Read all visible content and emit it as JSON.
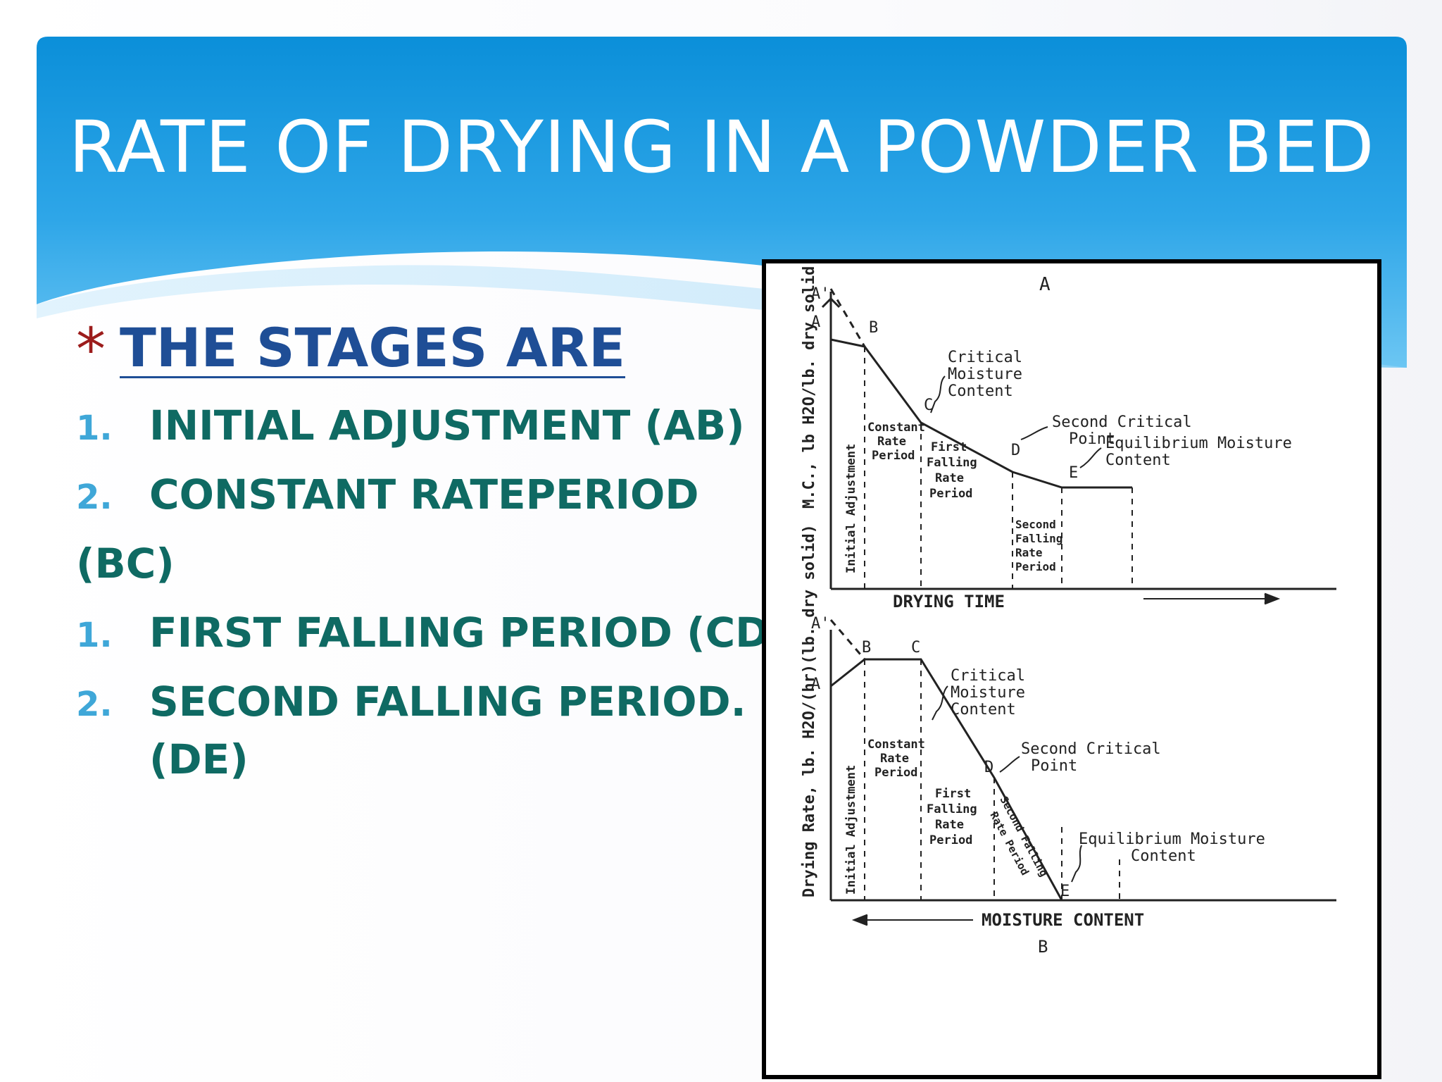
{
  "slide": {
    "title": "RATE OF DRYING IN A POWDER BED",
    "bullet_symbol": "*",
    "heading": "THE STAGES  ARE",
    "heading_colon": ":",
    "items": [
      {
        "num": "1.",
        "text": "INITIAL ADJUSTMENT (AB)"
      },
      {
        "num": "2.",
        "text": "CONSTANT RATEPERIOD"
      },
      {
        "num": "",
        "text": "(BC)"
      },
      {
        "num": "1.",
        "text": "FIRST FALLING PERIOD (CD)"
      },
      {
        "num": "2.",
        "text": "SECOND FALLING PERIOD."
      },
      {
        "num": "",
        "text": "(DE)"
      }
    ],
    "colors": {
      "header_blue": "#1a9be0",
      "heading_blue": "#1f4e96",
      "item_teal": "#0f6a63",
      "number_cyan": "#3fa7d8",
      "asterisk_red": "#9c1c1c"
    }
  },
  "figure": {
    "top_panel": {
      "panel_label": "A",
      "y_axis_label": "M.C., lb H2O/lb. dry solid",
      "x_axis_label": "DRYING   TIME",
      "points": {
        "a_prime": "A'",
        "a": "A",
        "b": "B",
        "c": "C",
        "d": "D",
        "e": "E"
      },
      "annotations": {
        "critical_1": "Critical",
        "critical_2": "Moisture",
        "critical_3": "Content",
        "second_critical_1": "Second  Critical",
        "second_critical_2": "Point",
        "equilibrium_1": "Equilibrium  Moisture",
        "equilibrium_2": "Content"
      },
      "regions": {
        "initial": "Initial  Adjustment",
        "constant_1": "Constant",
        "constant_2": "Rate",
        "constant_3": "Period",
        "first_1": "First",
        "first_2": "Falling",
        "first_3": "Rate",
        "first_4": "Period",
        "second_1": "Second",
        "second_2": "Falling",
        "second_3": "Rate",
        "second_4": "Period"
      }
    },
    "bottom_panel": {
      "panel_label": "B",
      "y_axis_label": "Drying Rate, lb. H2O/(hr)(lb. dry solid)",
      "x_axis_label": "MOISTURE   CONTENT",
      "points": {
        "a_prime": "A'",
        "a": "A",
        "b": "B",
        "c": "C",
        "d": "D",
        "e": "E"
      },
      "annotations": {
        "critical_1": "Critical",
        "critical_2": "Moisture",
        "critical_3": "Content",
        "second_critical_1": "Second  Critical",
        "second_critical_2": "Point",
        "equilibrium_1": "Equilibrium  Moisture",
        "equilibrium_2": "Content"
      },
      "regions": {
        "initial": "Initial  Adjustment",
        "constant_1": "Constant",
        "constant_2": "Rate",
        "constant_3": "Period",
        "first_1": "First",
        "first_2": "Falling",
        "first_3": "Rate",
        "first_4": "Period",
        "second_rotated_1": "Second Falling",
        "second_rotated_2": "Rate Period"
      }
    }
  }
}
